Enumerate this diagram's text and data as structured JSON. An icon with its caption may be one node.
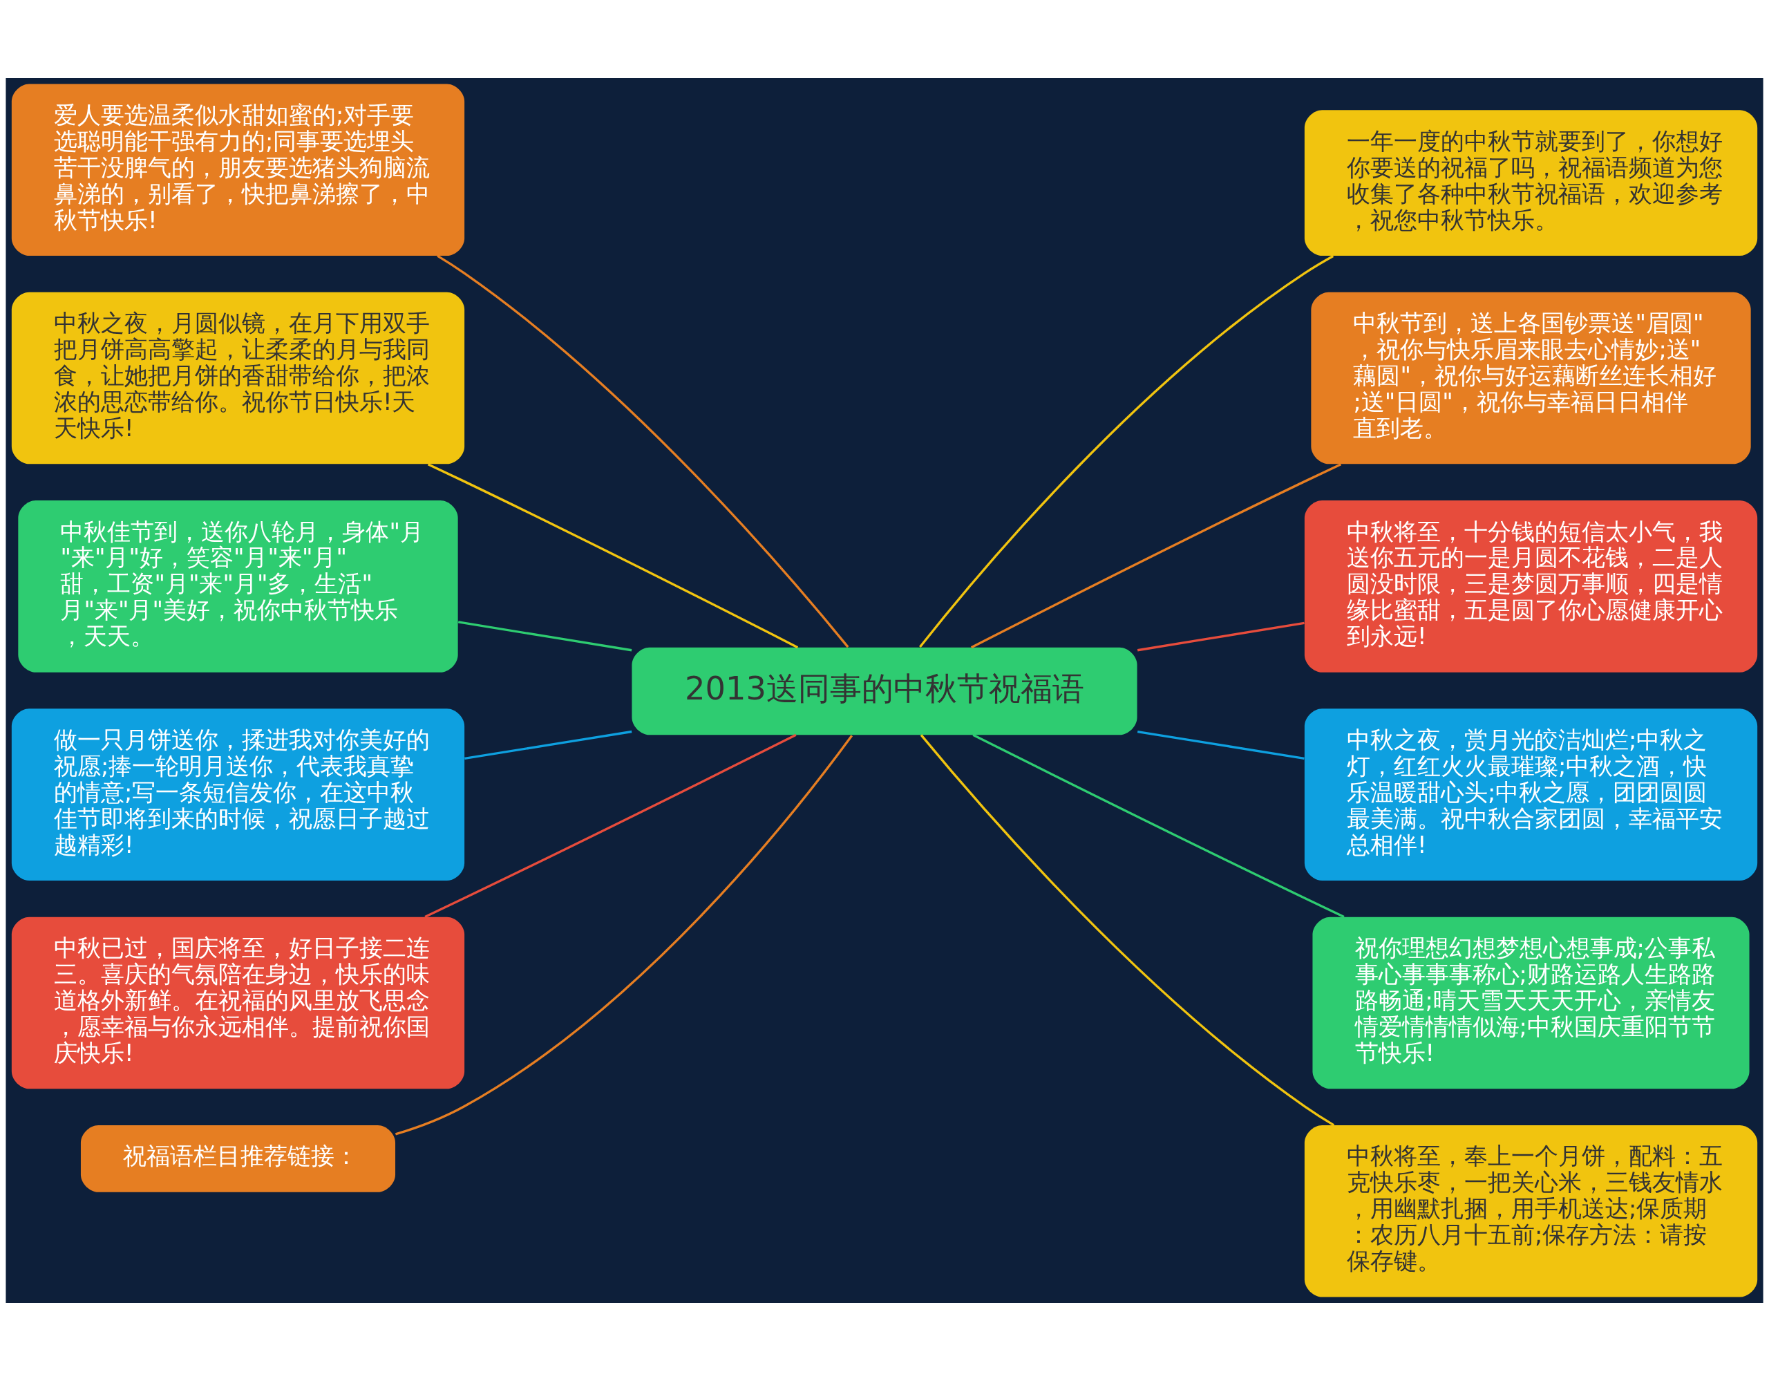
{
  "diagram": {
    "nodes": [
      {
        "text": [
          "2013送同事的中秋节祝福语"
        ]
      },
      {
        "text": [
          "一年一度的中秋节就要到了，你想好你要送的祝福了吗，祝福语频道为您收集了各种中秋节祝福语，欢迎参考，祝您中秋节快乐。"
        ]
      },
      {
        "text": [
          "中秋节到，送上各国钞票送\"眉圆\"，祝你与快乐眉来眼去心情妙;送\"藕圆\"，祝你与好运藕断丝连长相好;送\"日圆\"，祝你与幸福日日相伴直到老。"
        ]
      },
      {
        "text": [
          "中秋将至，十分钱的短信太小气，我送你五元的一是月圆不花钱，二是人圆没时限，三是梦圆万事顺，四是情缘比蜜甜，五是圆了你心愿健康开心到永远!"
        ]
      },
      {
        "text": [
          "中秋之夜，赏月光皎洁灿烂;中秋之灯，红红火火最璀璨;中秋之酒，快乐温暖甜心头;中秋之愿，团团圆圆最美满。祝中秋合家团圆，幸福平安总相伴!"
        ]
      },
      {
        "text": [
          "祝你理想幻想梦想心想事成;公事私事心事事事称心;财路运路人生路路路畅通;晴天雪天天天开心，亲情友情爱情情情似海;中秋国庆重阳节节节快乐!"
        ]
      },
      {
        "text": [
          "中秋将至，奉上一个月饼，配料：五克快乐枣，一把关心米，三钱友情水，用幽默扎捆，用手机送达;保质期：农历八月十五前;保存方法：请按保存键。"
        ]
      },
      {
        "text": [
          "爱人要选温柔似水甜如蜜的;对手要选聪明能干强有力的;同事要选埋头苦干没脾气的，朋友要选猪头狗脑流鼻涕的，别看了，快把鼻涕擦了，中秋节快乐!"
        ]
      },
      {
        "text": [
          "中秋之夜，月圆似镜，在月下用双手把月饼高高擎起，让柔柔的月与我同食，让她把月饼的香甜带给你，把浓浓的思恋带给你。祝你节日快乐!天天快乐!"
        ]
      },
      {
        "text": [
          "中秋佳节到，送你八轮月，身体\"月\"来\"月\"好，笑容\"月\"来\"月\"甜，工资\"月\"来\"月\"多，生活\"月\"来\"月\"美好，祝你中秋节快乐，天天。"
        ]
      },
      {
        "text": [
          "做一只月饼送你，揉进我对你美好的祝愿;捧一轮明月送你，代表我真挚的情意;写一条短信发你，在这中秋佳节即将到来的时候，祝愿日子越过越精彩!"
        ]
      },
      {
        "text": [
          "中秋已过，国庆将至，好日子接二连三。喜庆的气氛陪在身边，快乐的味道格外新鲜。在祝福的风里放飞思念，愿幸福与你永远相伴。提前祝你国庆快乐!"
        ]
      },
      {
        "text": [
          "祝福语栏目推荐链接："
        ]
      }
    ],
    "edges": [
      {
        "from": 0,
        "to": 1,
        "arrow": "none",
        "color": "#f1c40f"
      },
      {
        "from": 0,
        "to": 2,
        "arrow": "none",
        "color": "#e67e22"
      },
      {
        "from": 0,
        "to": 3,
        "arrow": "none",
        "color": "#e74c3c"
      },
      {
        "from": 0,
        "to": 4,
        "arrow": "none",
        "color": "#0ea0e0"
      },
      {
        "from": 0,
        "to": 5,
        "arrow": "none",
        "color": "#2ecc71"
      },
      {
        "from": 0,
        "to": 6,
        "arrow": "none",
        "color": "#f1c40f"
      },
      {
        "from": 0,
        "to": 7,
        "arrow": "none",
        "color": "#e67e22"
      },
      {
        "from": 0,
        "to": 8,
        "arrow": "none",
        "color": "#f1c40f"
      },
      {
        "from": 0,
        "to": 9,
        "arrow": "none",
        "color": "#2ecc71"
      },
      {
        "from": 0,
        "to": 10,
        "arrow": "none",
        "color": "#0ea0e0"
      },
      {
        "from": 0,
        "to": 11,
        "arrow": "none",
        "color": "#e74c3c"
      },
      {
        "from": 0,
        "to": 12,
        "arrow": "none",
        "color": "#e67e22"
      }
    ]
  }
}
